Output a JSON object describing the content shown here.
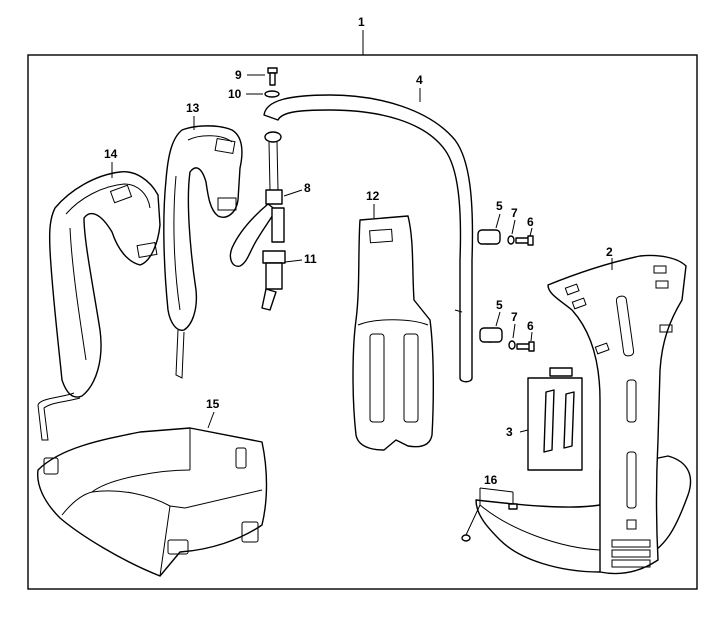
{
  "diagram": {
    "labels": {
      "p1": "1",
      "p2": "2",
      "p3": "3",
      "p4": "4",
      "p5a": "5",
      "p5b": "5",
      "p6a": "6",
      "p6b": "6",
      "p7a": "7",
      "p7b": "7",
      "p8": "8",
      "p9": "9",
      "p10": "10",
      "p11": "11",
      "p12": "12",
      "p13": "13",
      "p14": "14",
      "p15": "15",
      "p16": "16"
    }
  }
}
